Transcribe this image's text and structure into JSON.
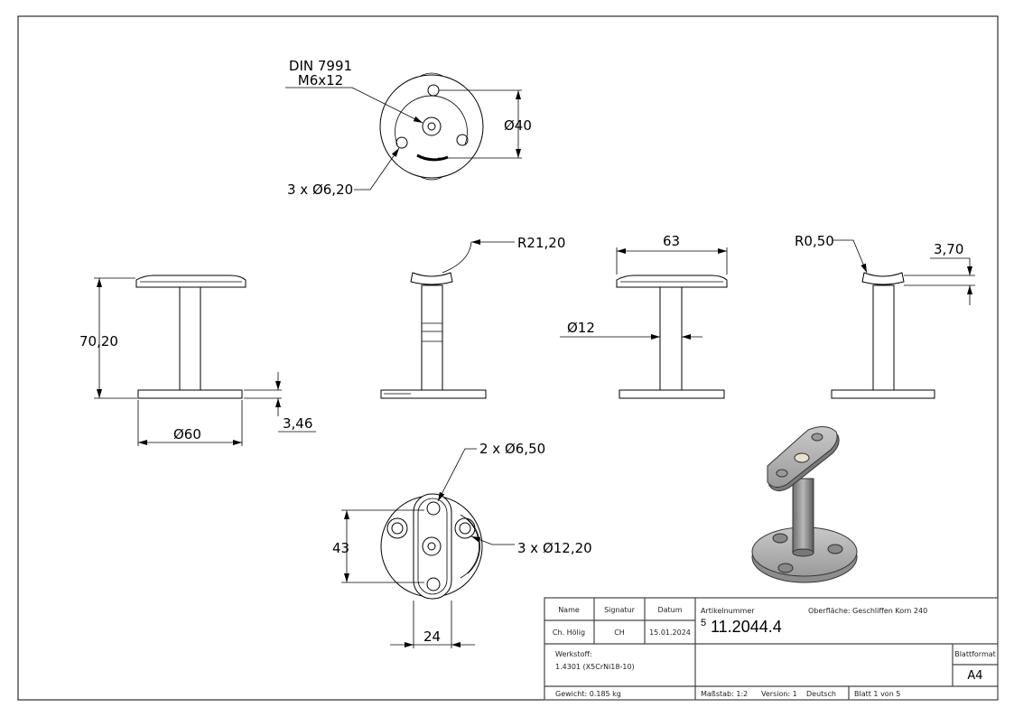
{
  "drawing": {
    "top_view": {
      "screw_label_1": "DIN 7991",
      "screw_label_2": "M6x12",
      "diameter": "Ø40",
      "holes": "3 x Ø6,20"
    },
    "front_view": {
      "height": "70,20",
      "base_diameter": "Ø60",
      "base_thickness": "3,46"
    },
    "side_view": {
      "radius": "R21,20"
    },
    "view_3": {
      "width": "63",
      "post_diameter": "Ø12"
    },
    "view_4": {
      "radius": "R0,50",
      "depth": "3,70"
    },
    "bottom_view": {
      "slot_holes": "2 x Ø6,50",
      "counter_holes": "3 x Ø12,20",
      "height": "43",
      "width": "24"
    }
  },
  "title_block": {
    "name_header": "Name",
    "signature_header": "Signatur",
    "date_header": "Datum",
    "name": "Ch. Hölig",
    "signature": "CH",
    "date": "15.01.2024",
    "article_label": "Artikelnummer",
    "article_prefix": "5",
    "article_number": "11.2044.4",
    "surface": "Oberfläche:  Geschliffen Korn 240",
    "material_label": "Werkstoff:",
    "material": "1.4301 (X5CrNi18-10)",
    "format_label": "Blattformat",
    "format": "A4",
    "weight": "Gewicht: 0.185 kg",
    "scale": "Maßstab: 1:2",
    "version": "Version: 1",
    "language": "Deutsch",
    "sheet": "Blatt 1 von 5"
  }
}
